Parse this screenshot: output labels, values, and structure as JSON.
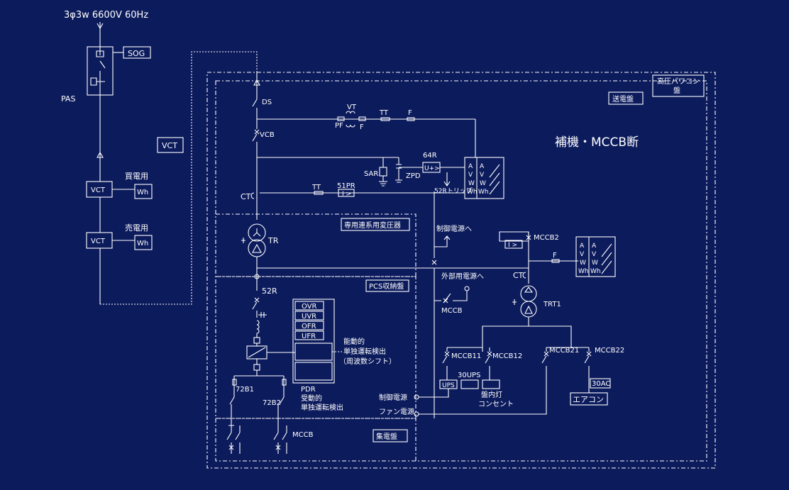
{
  "source": {
    "label": "3φ3w 6600V 60Hz"
  },
  "pas": {
    "label": "PAS",
    "sog_label": "SOG"
  },
  "vct_cable": {
    "label": "VCT"
  },
  "meters": {
    "buy": {
      "label": "買電用",
      "vct": "VCT",
      "wh": "Wh"
    },
    "sell": {
      "label": "売電用",
      "vct": "VCT",
      "wh": "Wh"
    }
  },
  "panels": {
    "hv_powercon": {
      "line1": "高圧パワコン",
      "line2": "盤"
    },
    "transmission": {
      "label": "送電盤"
    },
    "transformer_panel": {
      "label": "専用連系用変圧器"
    },
    "pcs_panel": {
      "label": "PCS収納盤"
    },
    "collector_panel": {
      "label": "集電盤"
    }
  },
  "aux_note": {
    "label": "補機・MCCB断"
  },
  "components": {
    "ds": "DS",
    "vcb": "VCB",
    "vt": "VT",
    "pf": "PF",
    "f1": "F",
    "tt1": "TT",
    "f2": "F",
    "r64": "64R",
    "u_relay": "U+>",
    "sar": "SAR",
    "zpd": "ZPD",
    "ct1": "CT",
    "tt2": "TT",
    "r51": "51PR",
    "i_relay": "I >",
    "trip52": "52Rトリップ",
    "tr": "TR",
    "r52": "52R",
    "mccb2": "MCCB2",
    "i_relay2": "I >",
    "f3": "F",
    "ct2": "CT",
    "trt1": "TRT1",
    "mccb": "MCCB",
    "mccb11": "MCCB11",
    "mccb12": "MCCB12",
    "mccb21": "MCCB21",
    "mccb22": "MCCB22",
    "ups30": "30UPS",
    "ups": "UPS",
    "ac30": "30AC",
    "b1": "72B1",
    "b2": "72B2",
    "mccb_bottom": "MCCB"
  },
  "meter_panel": {
    "rows": [
      "A",
      "V",
      "W",
      "Wh"
    ],
    "rows2": [
      "A",
      "V",
      "W",
      "Wh"
    ]
  },
  "meter_panel2": {
    "rows": [
      "A",
      "V",
      "W",
      "Wh"
    ],
    "rows2": [
      "A",
      "V",
      "W",
      "Wh"
    ]
  },
  "relays": {
    "ovr": "OVR",
    "uvr": "UVR",
    "ofr": "OFR",
    "ufr": "UFR"
  },
  "notes": {
    "active1": "能動的",
    "active2": "単独運転検出",
    "active3": "（周波数シフト）",
    "pdr": "PDR",
    "passive1": "受動的",
    "passive2": "単独運転検出",
    "ctrl_power_to": "制御電源へ",
    "ext_power_to": "外部用電源へ",
    "ctrl_power": "制御電源",
    "fan_power": "ファン電源",
    "lamp1": "盤内灯",
    "lamp2": "コンセント",
    "aircon": "エアコン"
  }
}
